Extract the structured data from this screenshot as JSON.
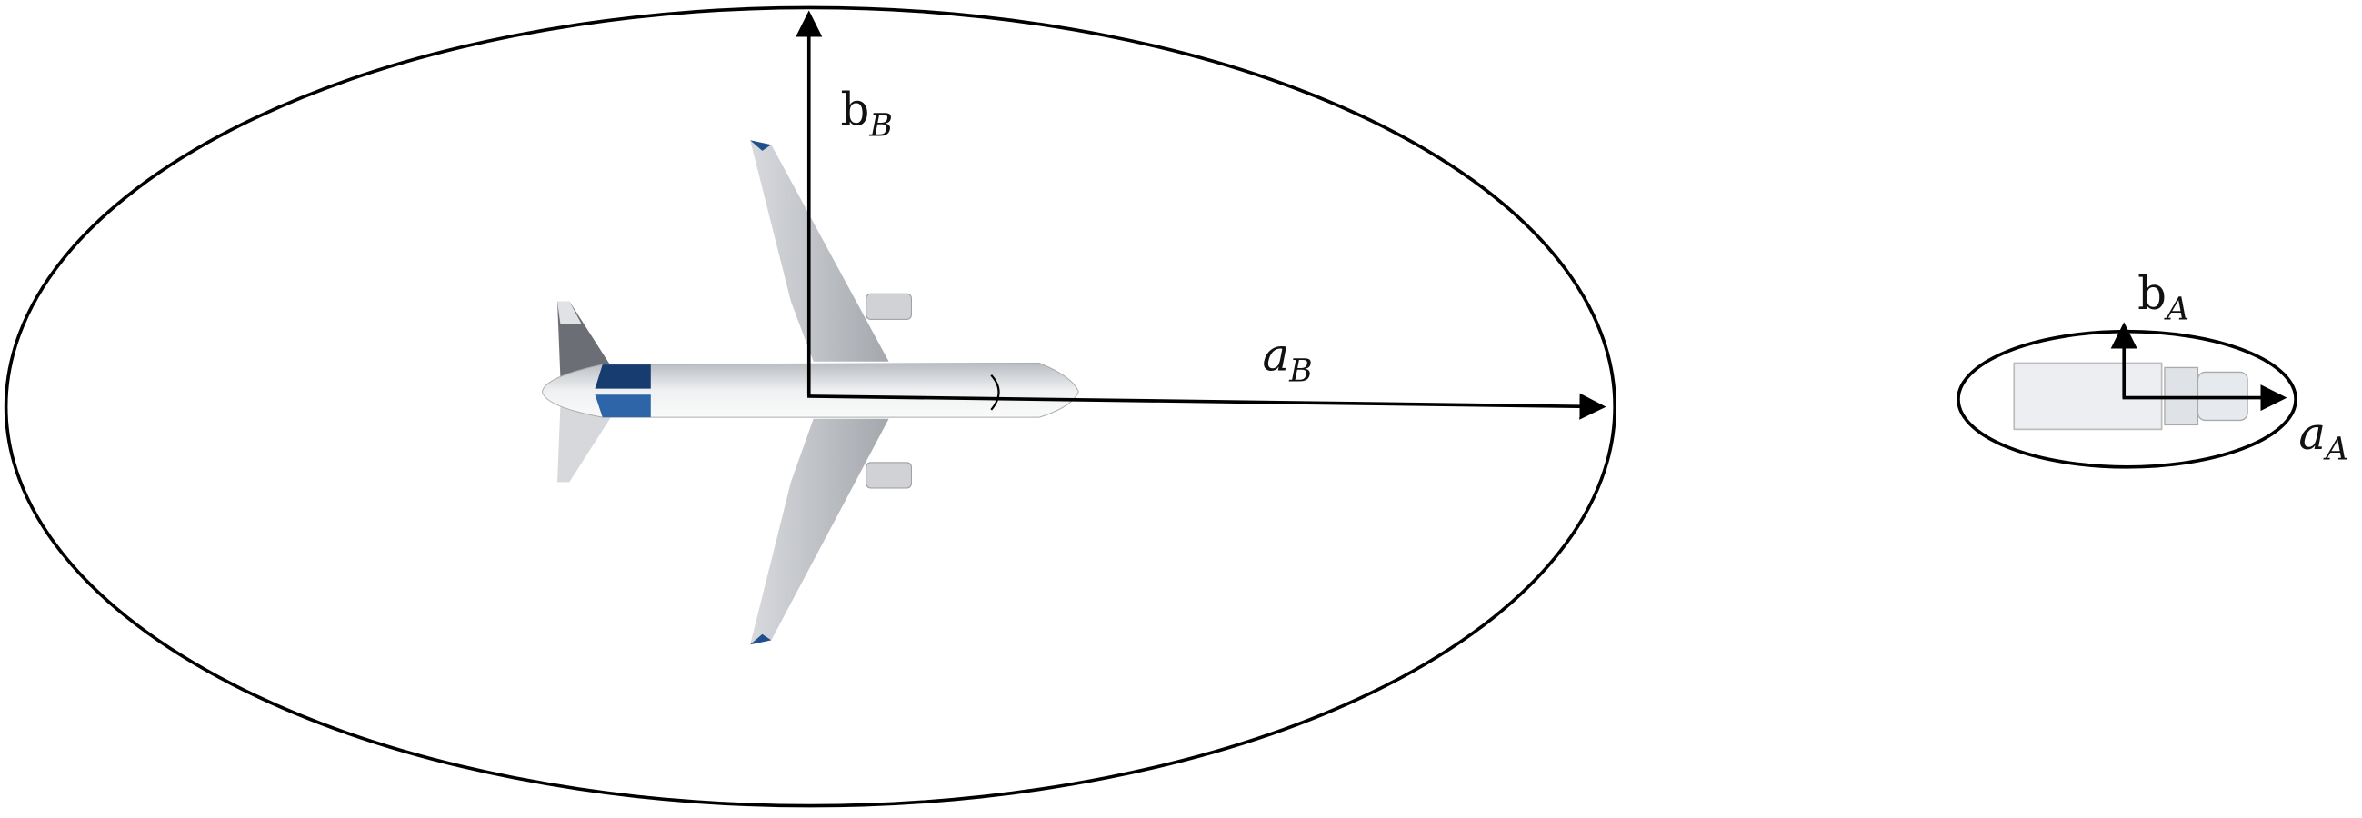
{
  "labels": {
    "b_B": {
      "base": "b",
      "sub": "B"
    },
    "a_B": {
      "base": "a",
      "sub": "B"
    },
    "b_A": {
      "base": "b",
      "sub": "A"
    },
    "a_A": {
      "base": "a",
      "sub": "A"
    }
  },
  "colors": {
    "stroke": "#000000",
    "livery_blue": "#1f4f8f",
    "body": "#e4e6ea"
  }
}
